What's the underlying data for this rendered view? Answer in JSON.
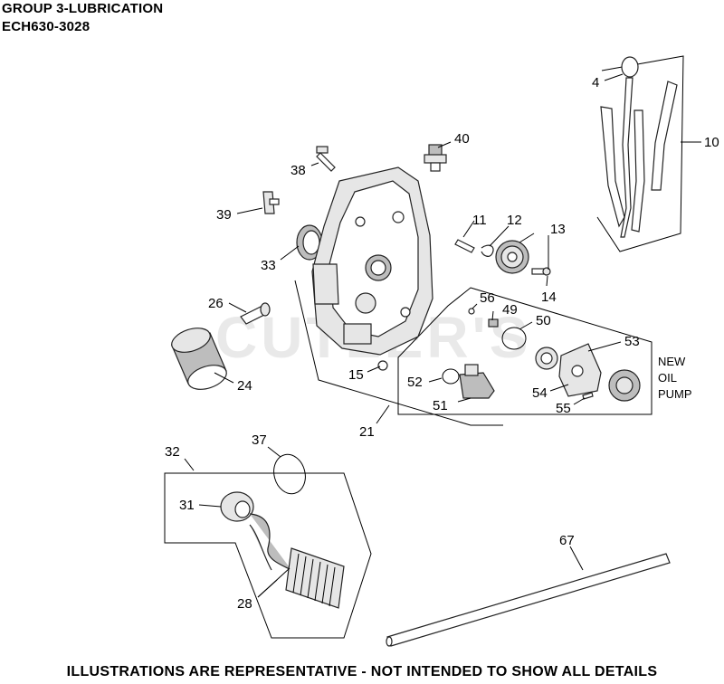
{
  "header": {
    "title": "GROUP 3-LUBRICATION",
    "model": "ECH630-3028"
  },
  "footer": "ILLUSTRATIONS ARE REPRESENTATIVE - NOT INTENDED TO SHOW ALL DETAILS",
  "watermark": "CUTLER'S",
  "callouts": {
    "p4": "4",
    "p10": "10",
    "p11": "11",
    "p12": "12",
    "p13": "13",
    "p14": "14",
    "p15": "15",
    "p21": "21",
    "p24": "24",
    "p26": "26",
    "p28": "28",
    "p31": "31",
    "p32": "32",
    "p33": "33",
    "p37": "37",
    "p38": "38",
    "p39": "39",
    "p40": "40",
    "p49": "49",
    "p50": "50",
    "p51": "51",
    "p52": "52",
    "p53": "53",
    "p54": "54",
    "p55": "55",
    "p56": "56",
    "p67": "67"
  },
  "pump_note": [
    "NEW",
    "OIL",
    "PUMP"
  ]
}
